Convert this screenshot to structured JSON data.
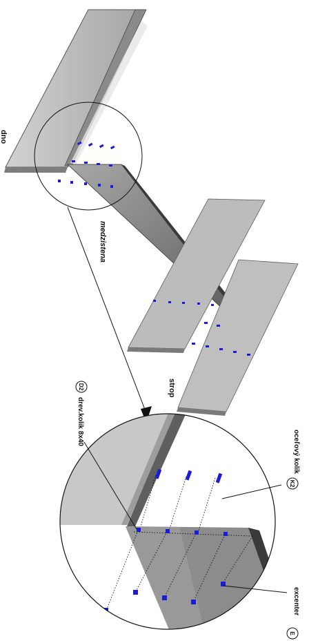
{
  "labels": {
    "dno": "dno",
    "medzistena": "medzistena",
    "strop": "strop",
    "drev_kolik": "drev.kolik 8x40",
    "ocelovy_kolik": "oceľový kolík",
    "excenter": "excenter"
  },
  "badges": {
    "d2": "D2",
    "k2": "K2",
    "e": "E"
  },
  "colors": {
    "panel_light": "#bdbdbd",
    "panel_mid": "#9a9a9a",
    "panel_dark": "#6e6e6e",
    "panel_edge": "#3a3a3a",
    "fastener_blue": "#1b1bd8",
    "line": "#111111"
  }
}
